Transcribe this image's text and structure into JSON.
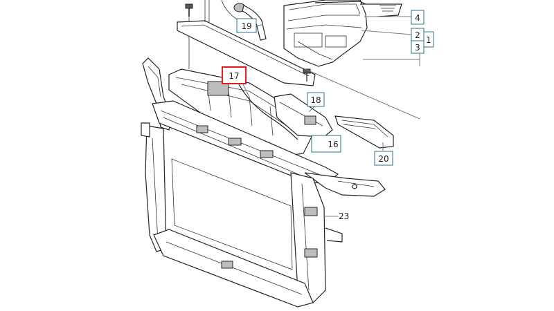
{
  "labels": {
    "c1": "1",
    "c2": "2",
    "c3": "3",
    "c4": "4",
    "c16": "16",
    "c17": "17",
    "c18": "18",
    "c19": "19",
    "c20": "20",
    "c23": "23"
  },
  "colors": {
    "highlight": "#e01b1b",
    "callout_border": "#2a6f8a",
    "line": "#222222"
  }
}
